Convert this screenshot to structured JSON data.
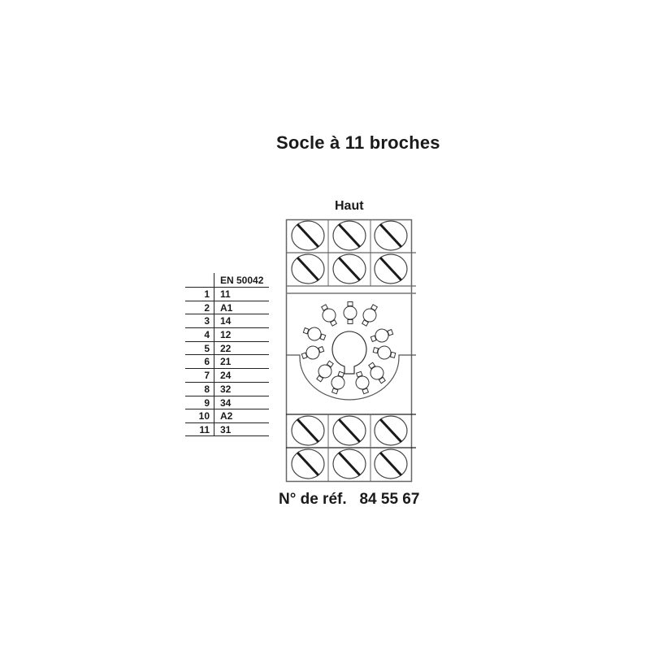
{
  "title": "Socle à 11 broches",
  "top_label": "Haut",
  "reference": {
    "label": "N° de réf.",
    "number": "84 55 67"
  },
  "pin_table": {
    "header": "EN 50042",
    "rows": [
      {
        "pin": "1",
        "terminal": "11"
      },
      {
        "pin": "2",
        "terminal": "A1"
      },
      {
        "pin": "3",
        "terminal": "14"
      },
      {
        "pin": "4",
        "terminal": "12"
      },
      {
        "pin": "5",
        "terminal": "22"
      },
      {
        "pin": "6",
        "terminal": "21"
      },
      {
        "pin": "7",
        "terminal": "24"
      },
      {
        "pin": "8",
        "terminal": "32"
      },
      {
        "pin": "9",
        "terminal": "34"
      },
      {
        "pin": "10",
        "terminal": "A2"
      },
      {
        "pin": "11",
        "terminal": "31"
      }
    ]
  },
  "socket": {
    "screw_terminals_top": 6,
    "screw_terminals_bottom": 6,
    "pin_holes": 11,
    "icon": "screw-terminal-icon",
    "line_color": "#555555",
    "stroke_color": "#222222"
  }
}
